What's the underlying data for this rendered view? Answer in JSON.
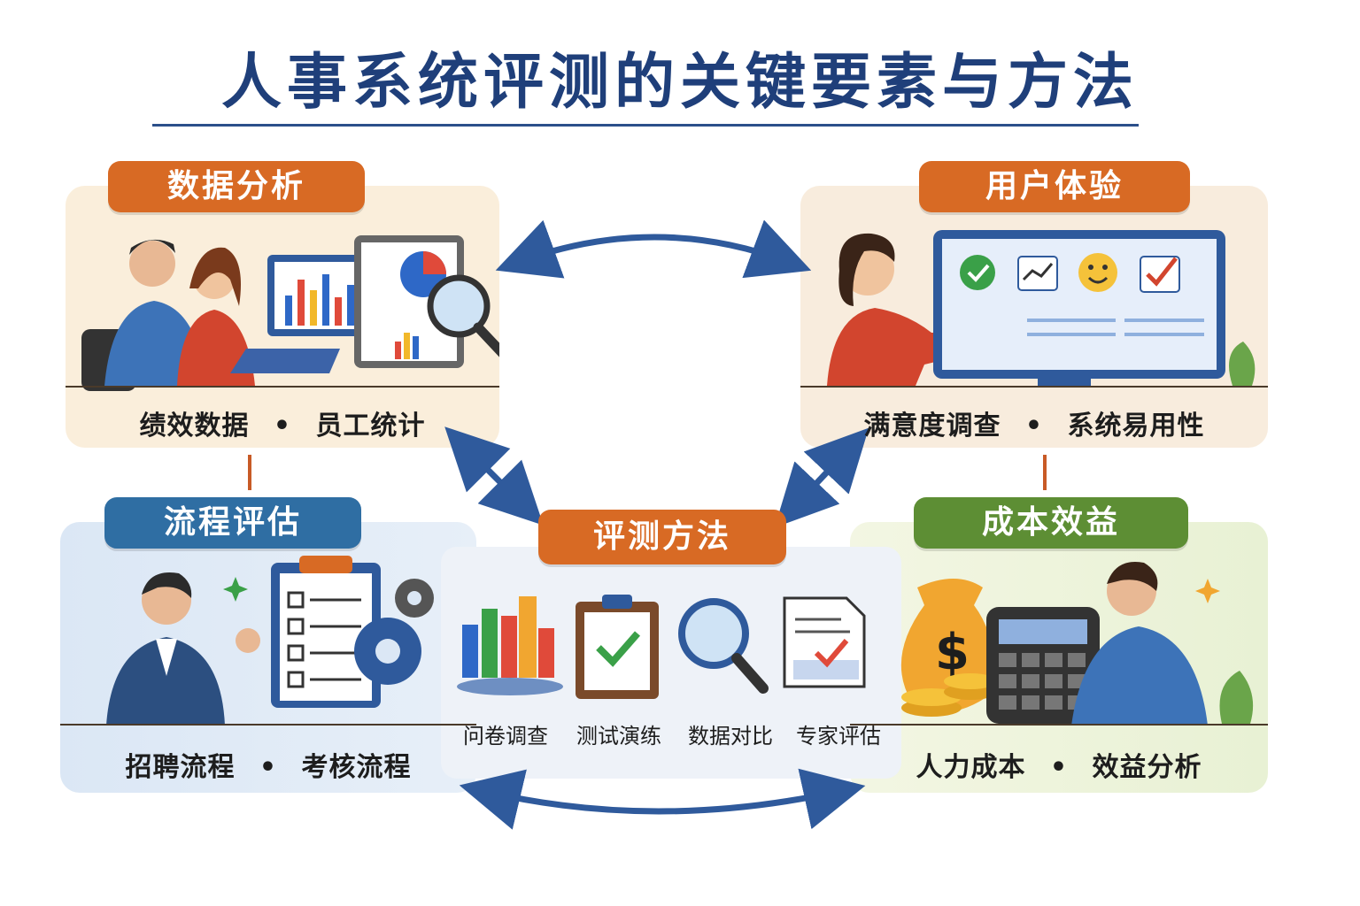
{
  "title": "人事系统评测的关键要素与方法",
  "sections": {
    "data_analysis": {
      "label": "数据分析",
      "caption_left": "绩效数据",
      "caption_sep": "•",
      "caption_right": "员工统计"
    },
    "user_experience": {
      "label": "用户体验",
      "caption_left": "满意度调查",
      "caption_sep": "•",
      "caption_right": "系统易用性"
    },
    "process_evaluation": {
      "label": "流程评估",
      "caption_left": "招聘流程",
      "caption_sep": "•",
      "caption_right": "考核流程"
    },
    "cost_efficiency": {
      "label": "成本效益",
      "caption_left": "人力成本",
      "caption_sep": "•",
      "caption_right": "效益分析"
    },
    "evaluation_methods": {
      "label": "评测方法",
      "items": [
        "问卷调查",
        "测试演练",
        "数据对比",
        "专家评估"
      ]
    }
  },
  "colors": {
    "title": "#1f3f7a",
    "orange_tag": "#d86a24",
    "blue_tag": "#2f6ea3",
    "green_tag": "#5d8e34",
    "arrow": "#2f5a9c"
  }
}
